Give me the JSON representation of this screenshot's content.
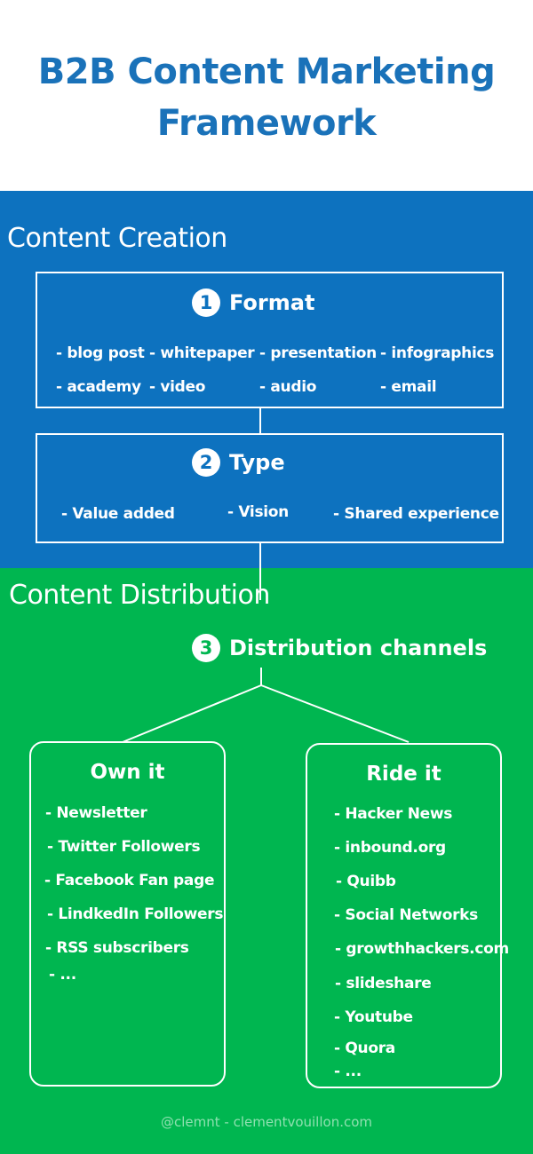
{
  "header": {
    "title_line1": "B2B Content Marketing",
    "title_line2": "Framework"
  },
  "creation": {
    "title": "Content Creation",
    "format": {
      "number": "1",
      "label": "Format",
      "items": [
        "- blog post",
        "- whitepaper",
        "- presentation",
        "- infographics",
        "- academy",
        "- video",
        "- audio",
        "- email"
      ]
    },
    "type": {
      "number": "2",
      "label": "Type",
      "items": [
        "- Value  added",
        "- Vision",
        "- Shared experience"
      ]
    }
  },
  "distribution": {
    "title": "Content Distribution",
    "channels": {
      "number": "3",
      "label": "Distribution channels"
    },
    "own": {
      "title": "Own it",
      "items": [
        "- Newsletter",
        "- Twitter Followers",
        "- Facebook Fan page",
        "- LindkedIn Followers",
        "- RSS subscribers",
        "- ..."
      ]
    },
    "ride": {
      "title": "Ride it",
      "items": [
        "- Hacker News",
        "- inbound.org",
        "- Quibb",
        "- Social Networks",
        "- growthhackers.com",
        "- slideshare",
        "- Youtube",
        "- Quora",
        "- ..."
      ]
    }
  },
  "footer": {
    "credit": "@clemnt - clementvouillon.com"
  },
  "colors": {
    "blue": "#0d72bf",
    "green": "#00b650",
    "title_blue": "#1a72b9"
  }
}
